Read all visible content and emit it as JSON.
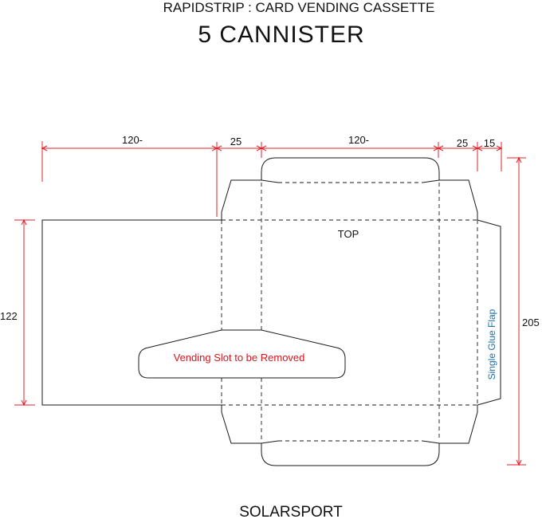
{
  "header": {
    "subtitle": "RAPIDSTRIP  :  CARD VENDING CASSETTE",
    "title": "5 CANNISTER"
  },
  "dimensions": {
    "top_left_width": "120-",
    "top_left_flap": "25",
    "top_center_width": "120-",
    "top_right_flap": "25",
    "glue_flap_width": "15",
    "left_height": "122",
    "right_height": "205"
  },
  "panels": {
    "top_label": "TOP",
    "vending_slot_label": "Vending Slot to be Removed",
    "glue_flap_label": "Single Glue Flap"
  },
  "footer": {
    "brand": "SOLARSPORT"
  },
  "colors": {
    "dimension_lines": "#e0202a",
    "vending_slot_text": "#d8141c",
    "glue_flap_text": "#1f6fa8"
  }
}
